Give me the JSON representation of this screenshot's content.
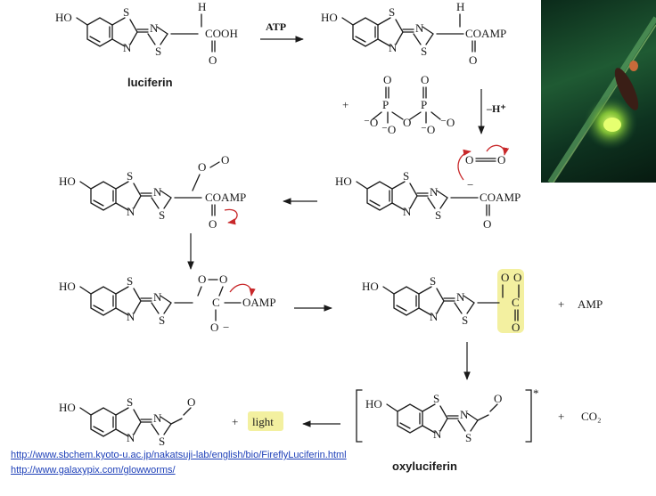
{
  "labels": {
    "luciferin": "luciferin",
    "oxyluciferin": "oxyluciferin",
    "atp": "ATP",
    "minus_h": "–H⁺",
    "plus": "+",
    "amp": "AMP",
    "light": "light",
    "co2": "CO₂",
    "excited": "*"
  },
  "atoms": {
    "ho": "HO",
    "s": "S",
    "n": "N",
    "h": "H",
    "o": "O",
    "p": "P",
    "cooh": "COOH",
    "coamp": "COAMP",
    "c": "C",
    "oamp": "OAMP",
    "o_minus": "⁻O"
  },
  "colors": {
    "highlight": "#f3f0a0",
    "red_arrow": "#c8282a",
    "link": "#1d3fb8"
  },
  "photo": {
    "icon": "firefly-photo"
  },
  "links": [
    "http://www.sbchem.kyoto-u.ac.jp/nakatsuji-lab/english/bio/FireflyLuciferin.html",
    "http://www.galaxypix.com/glowworms/"
  ]
}
